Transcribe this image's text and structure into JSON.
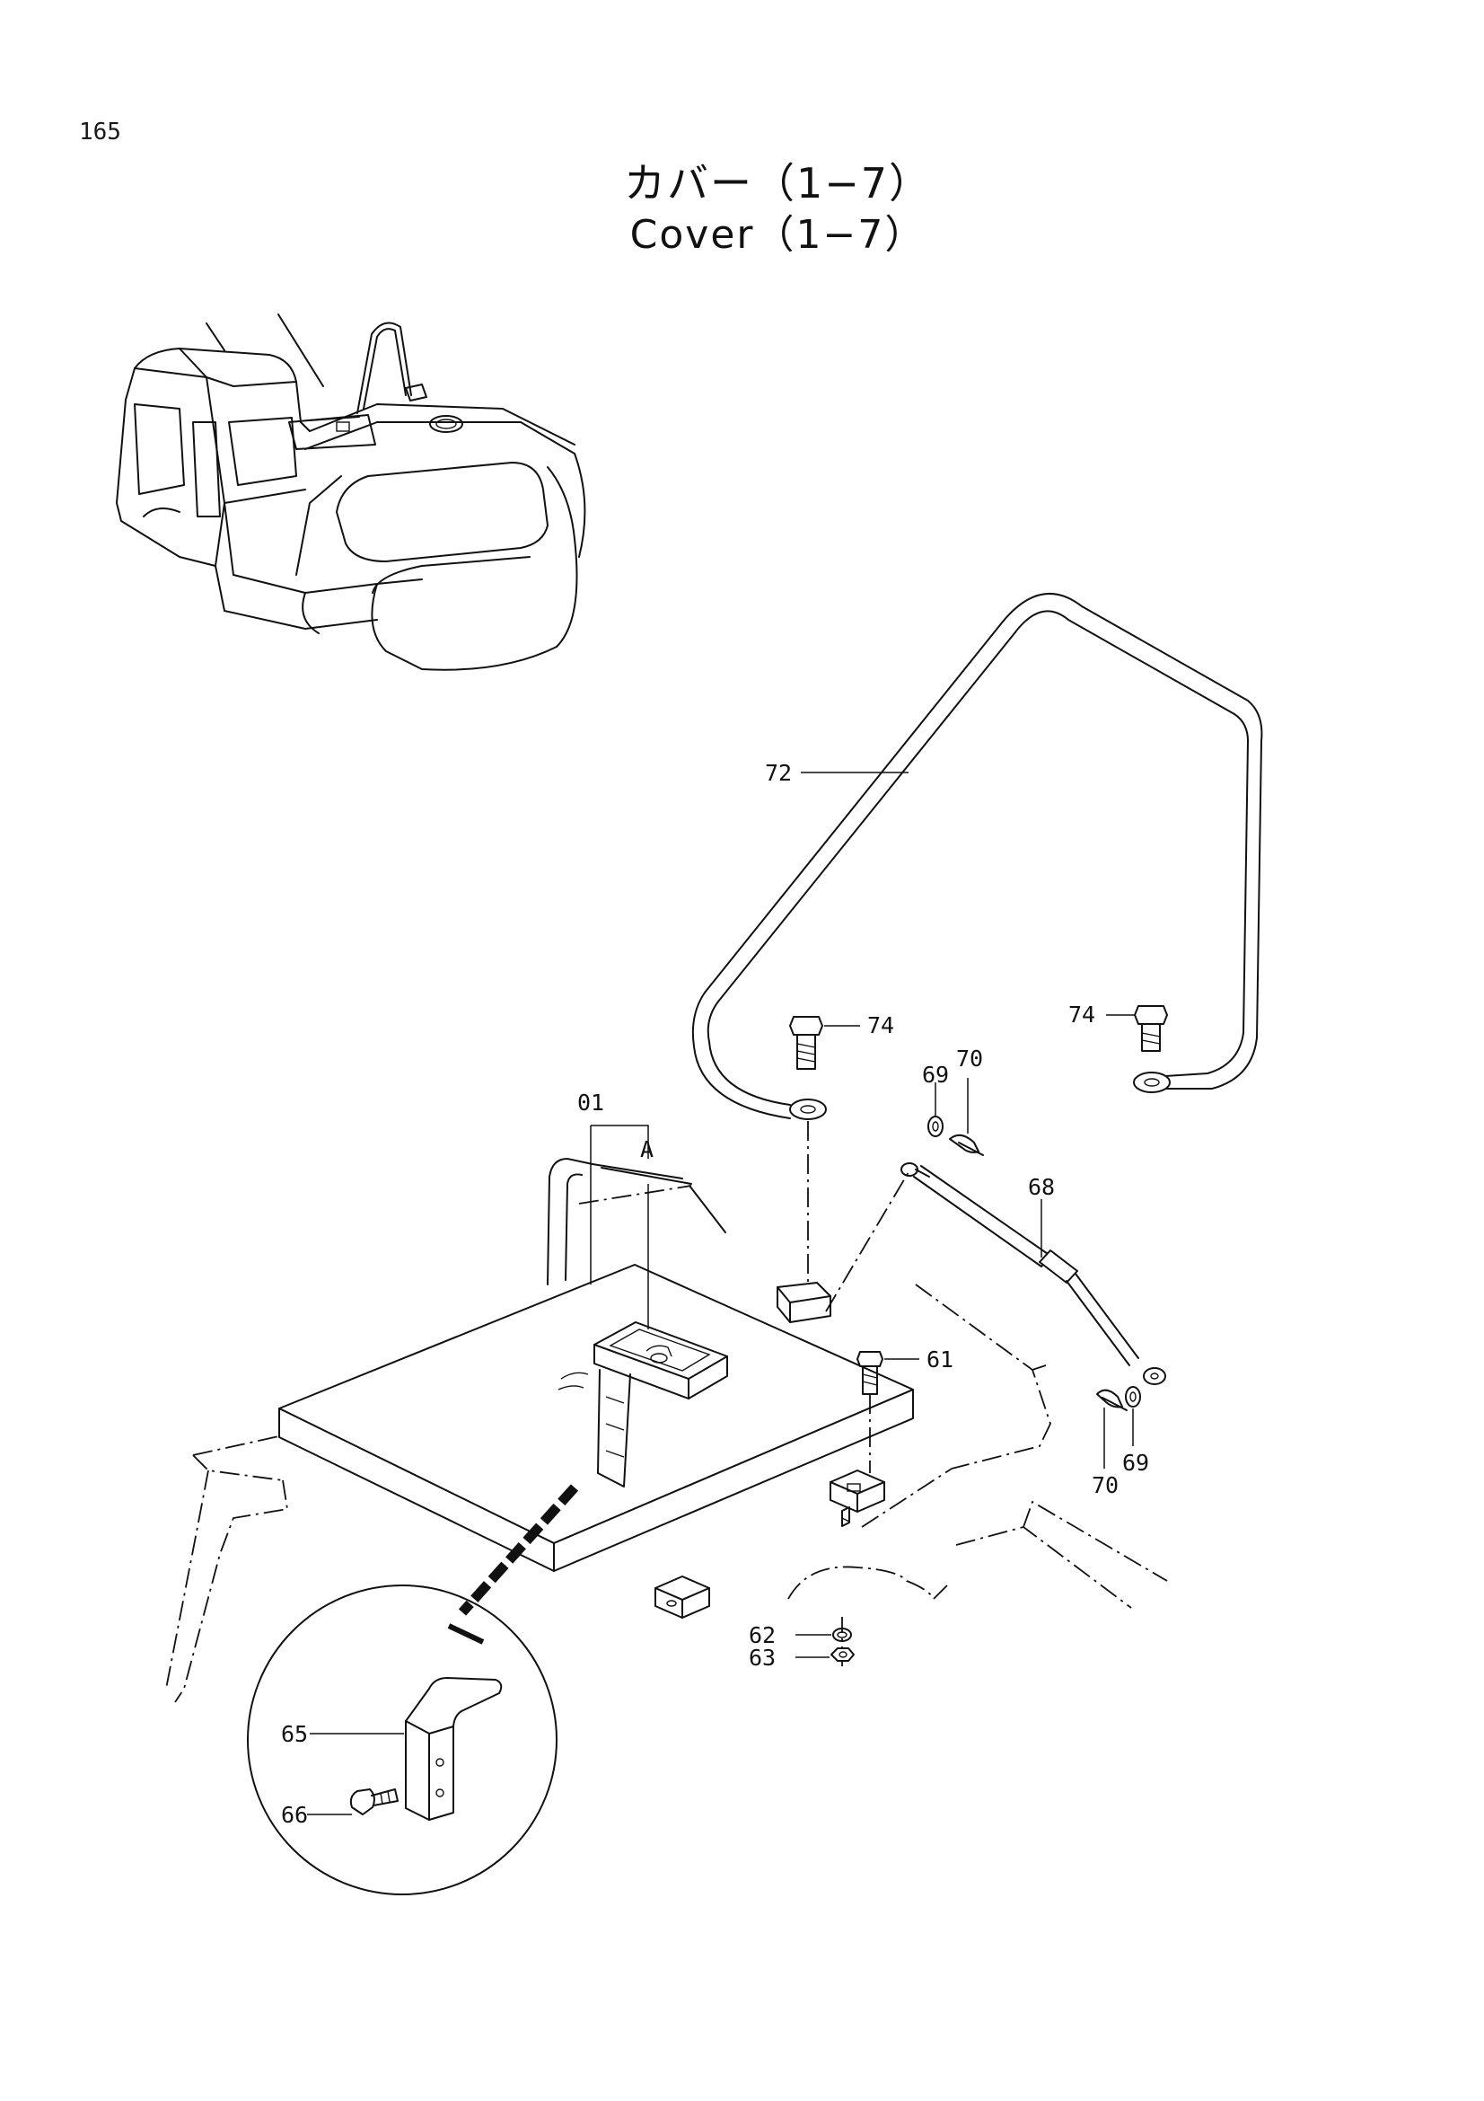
{
  "page_number": "165",
  "title_ja": "カバー（1−7）",
  "title_en": "Cover（1−7）",
  "callouts": {
    "c72": "72",
    "c74a": "74",
    "c74b": "74",
    "c69a": "69",
    "c70a": "70",
    "c68": "68",
    "c01": "01",
    "cA": "A",
    "c61": "61",
    "c70b": "70",
    "c69b": "69",
    "c62": "62",
    "c63": "63",
    "c65": "65",
    "c66": "66"
  }
}
